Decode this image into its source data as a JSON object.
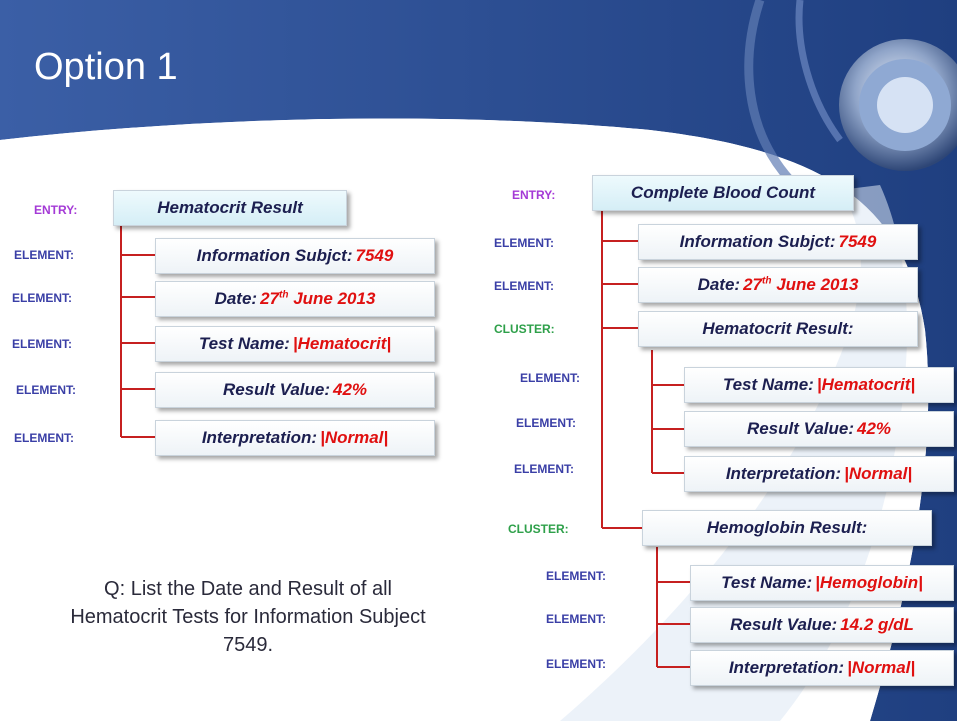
{
  "title": "Option 1",
  "labels": {
    "entry": "ENTRY:",
    "element": "ELEMENT:",
    "cluster": "CLUSTER:"
  },
  "left_tree": {
    "entry": "Hematocrit Result",
    "items": [
      {
        "name": "Information Subjct:",
        "value": "7549"
      },
      {
        "name": "Date:",
        "value": "27",
        "sup": "th",
        "value2": "June 2013"
      },
      {
        "name": "Test Name:",
        "value": "|Hematocrit|"
      },
      {
        "name": "Result Value:",
        "value": "42%"
      },
      {
        "name": "Interpretation:",
        "value": "|Normal|"
      }
    ]
  },
  "right_tree": {
    "entry": "Complete Blood Count",
    "items": [
      {
        "name": "Information Subjct:",
        "value": "7549"
      },
      {
        "name": "Date:",
        "value": "27",
        "sup": "th",
        "value2": "June 2013"
      }
    ],
    "clusters": [
      {
        "title": "Hematocrit Result:",
        "items": [
          {
            "name": "Test Name:",
            "value": "|Hematocrit|"
          },
          {
            "name": "Result Value:",
            "value": "42%"
          },
          {
            "name": "Interpretation:",
            "value": "|Normal|"
          }
        ]
      },
      {
        "title": "Hemoglobin Result:",
        "items": [
          {
            "name": "Test Name:",
            "value": "|Hemoglobin|"
          },
          {
            "name": "Result Value:",
            "value": "14.2 g/dL"
          },
          {
            "name": "Interpretation:",
            "value": "|Normal|"
          }
        ]
      }
    ]
  },
  "question": "Q: List the Date and Result of all Hematocrit Tests for Information  Subject 7549.",
  "colors": {
    "header": "#2c4e92",
    "connector": "#c62020",
    "value": "#e01010",
    "entry_label": "#a43ad6",
    "element_label": "#3a3fa6",
    "cluster_label": "#2ea04a"
  }
}
